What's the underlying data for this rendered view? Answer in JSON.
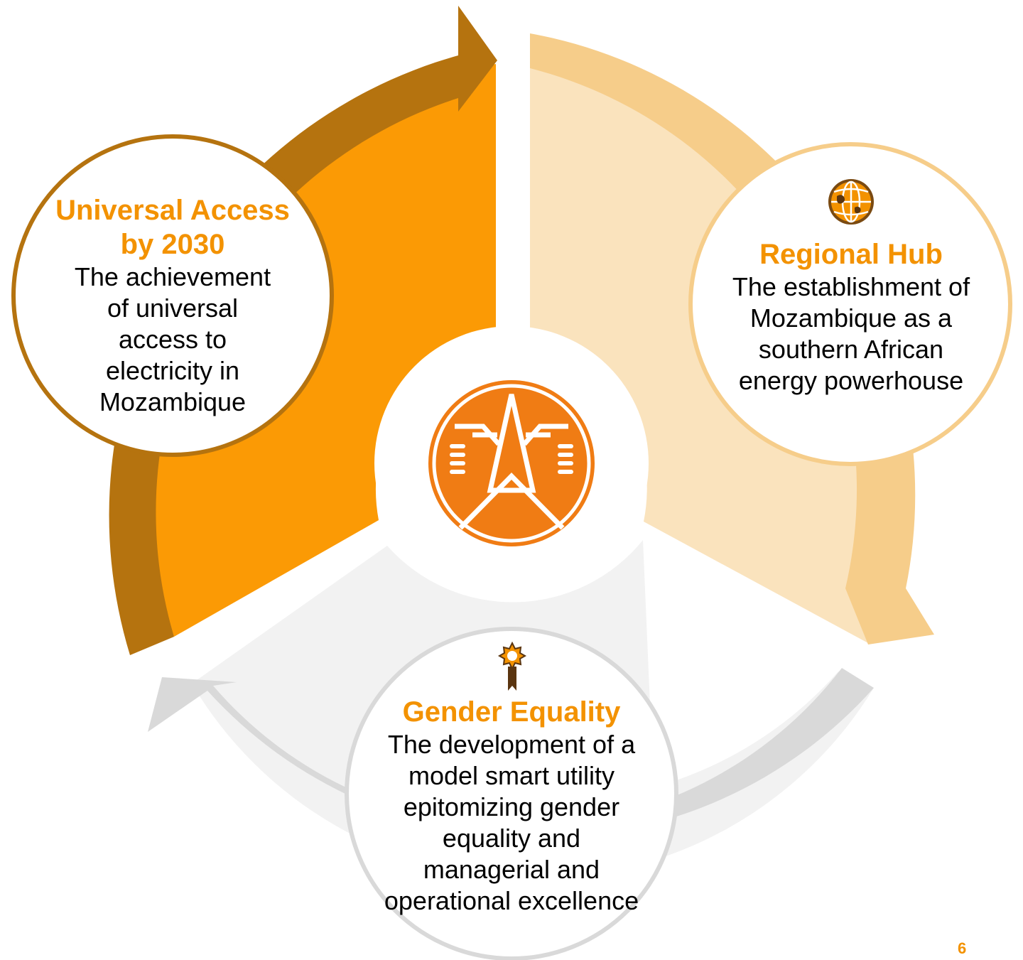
{
  "segments": [
    {
      "id": "universal-access",
      "title": "Universal Access by 2030",
      "description": "The achievement of universal access to electricity in Mozambique",
      "icon": null,
      "colors": {
        "fill": "#fb9a05",
        "arrow": "#b5730f",
        "ring": "#b5730f"
      }
    },
    {
      "id": "regional-hub",
      "title": "Regional Hub",
      "description": "The establishment of Mozambique as a southern African energy powerhouse",
      "icon": "globe-icon",
      "colors": {
        "fill": "#fae3bd",
        "arrow": "#f6cd8a",
        "ring": "#f6cd8a"
      }
    },
    {
      "id": "gender-equality",
      "title": "Gender Equality",
      "description": "The development of a model smart utility epitomizing gender equality and managerial and operational excellence",
      "icon": "award-ribbon-icon",
      "colors": {
        "fill": "#f2f2f2",
        "arrow": "#d9d9d9",
        "ring": "#d9d9d9"
      }
    }
  ],
  "center_logo": {
    "icon": "transmission-tower-logo-icon",
    "color": "#f07c14"
  },
  "accent": "#f39200",
  "page_number": "6"
}
